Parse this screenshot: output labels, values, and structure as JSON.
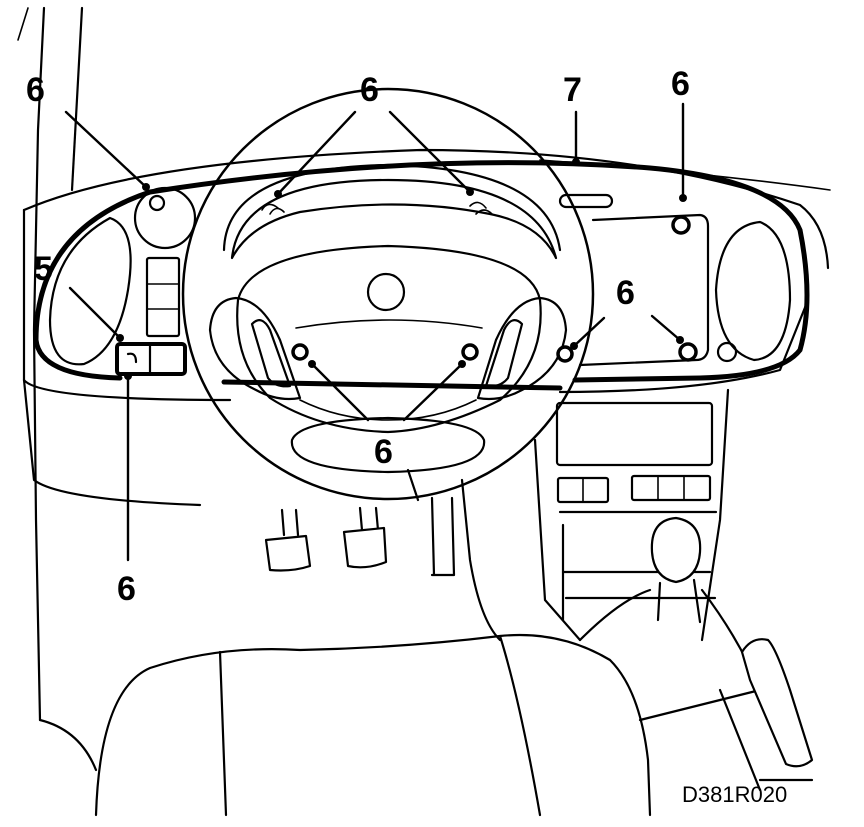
{
  "callouts": {
    "c1": "6",
    "c2": "6",
    "c3": "7",
    "c4": "6",
    "c5": "5",
    "c6": "6",
    "c7": "6",
    "c8": "6"
  },
  "figure_code": "D381R020"
}
